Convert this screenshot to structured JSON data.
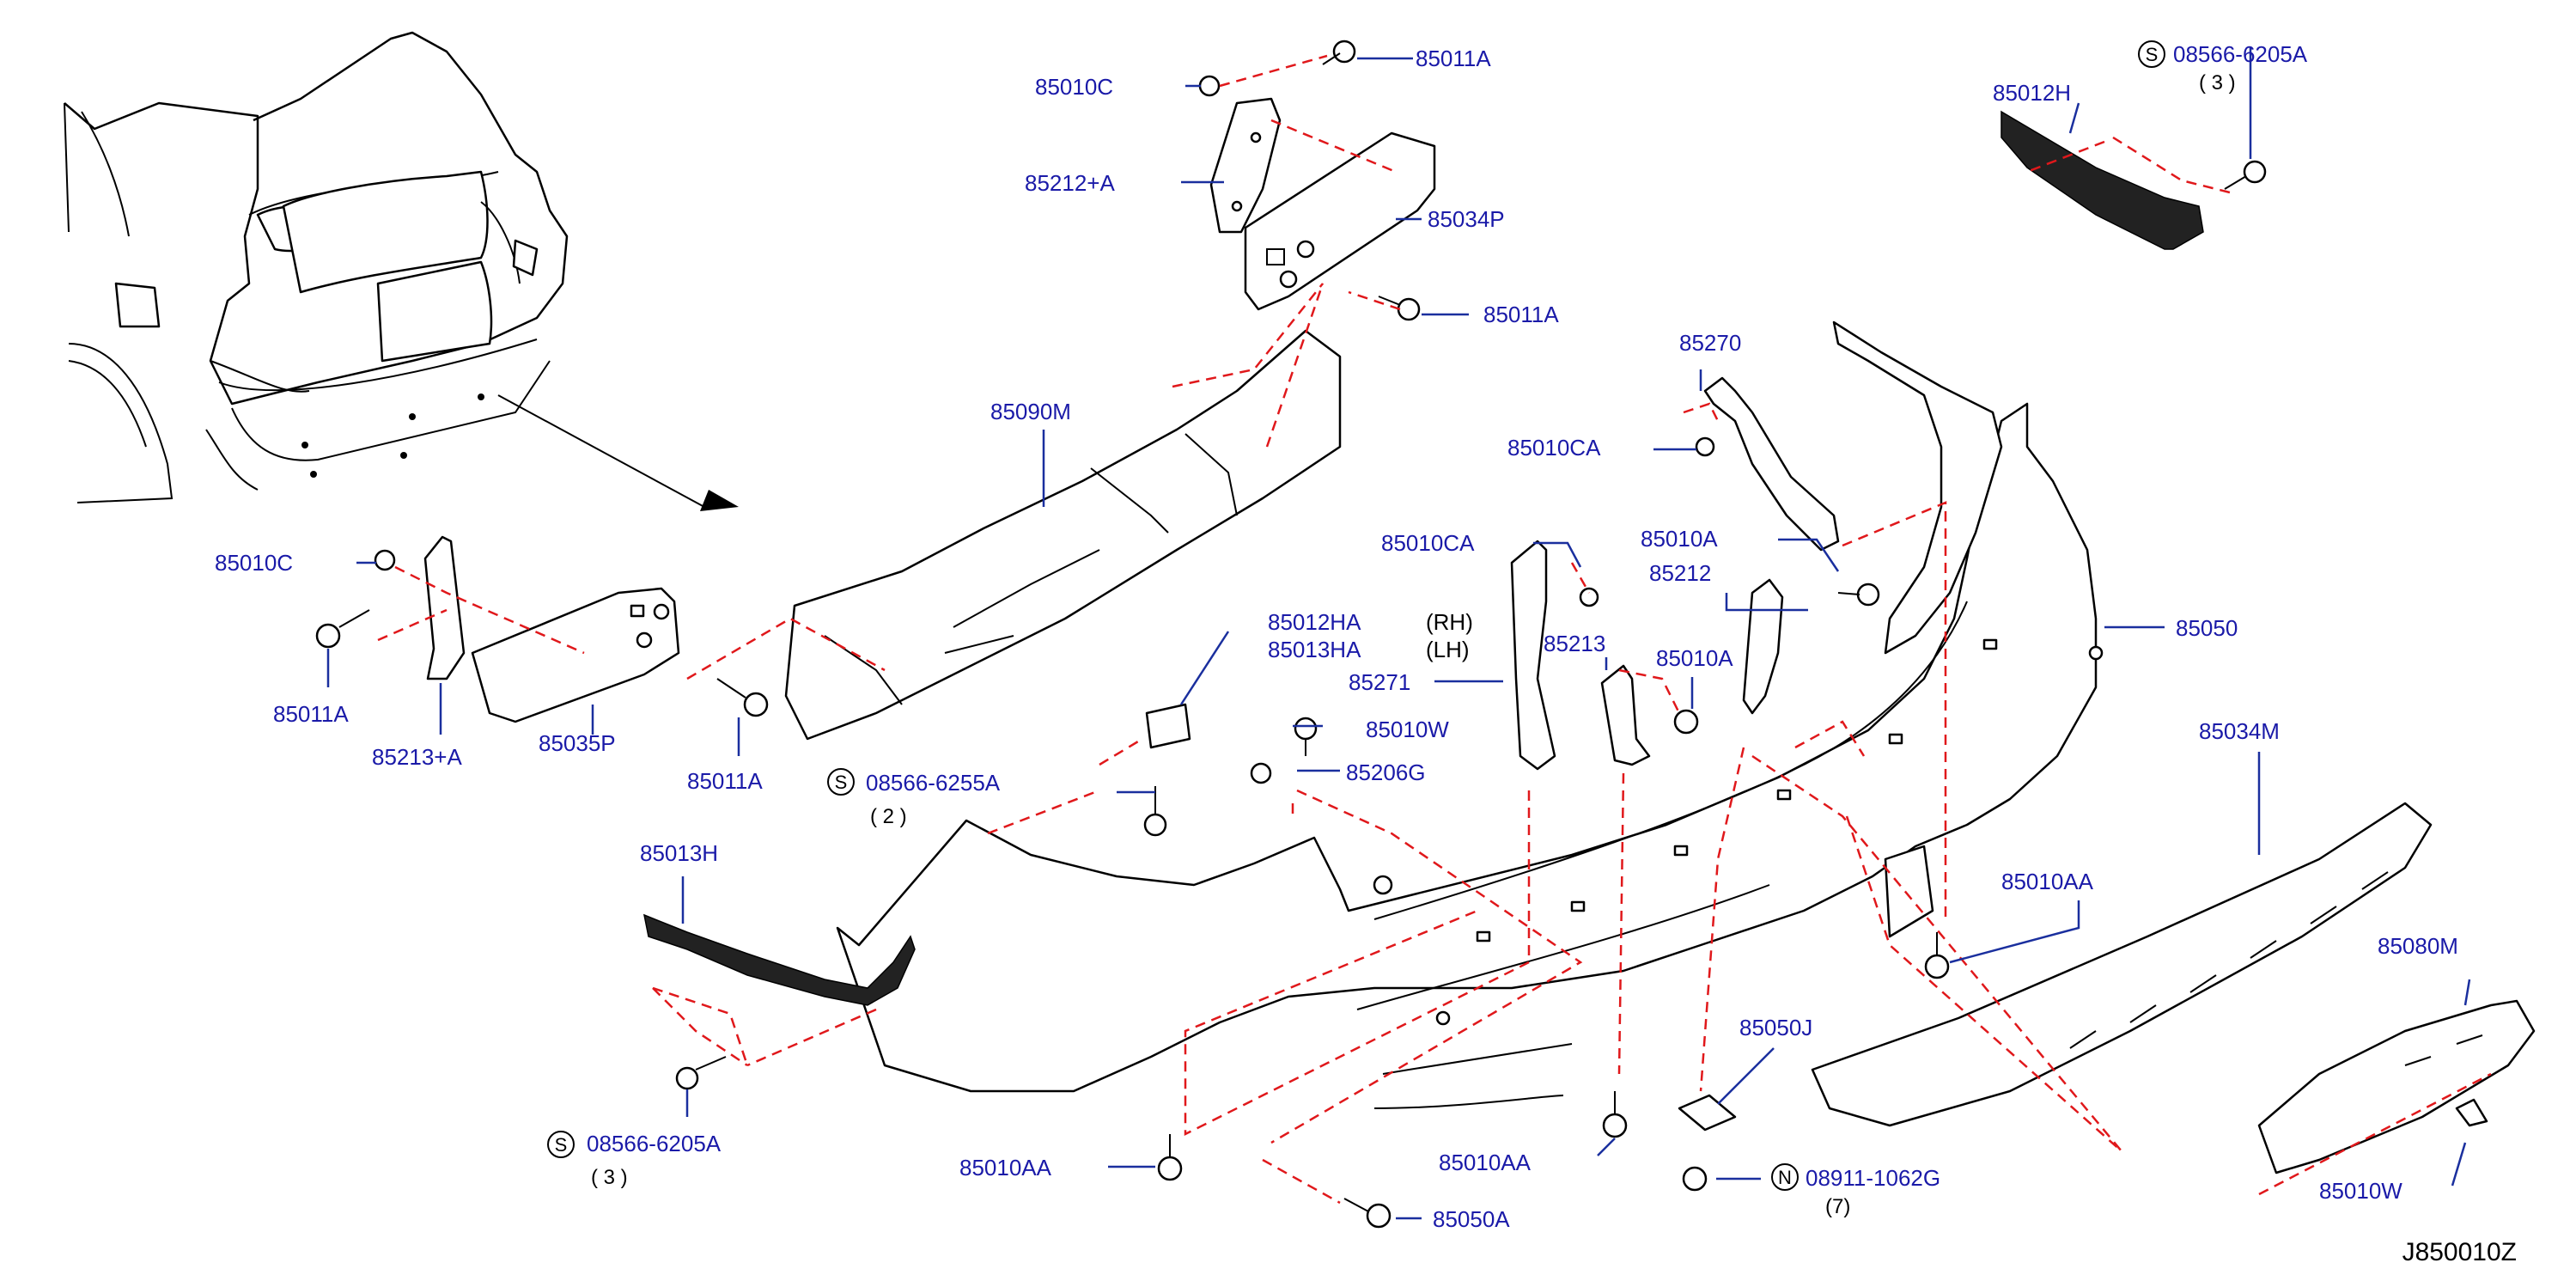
{
  "colors": {
    "label": "#1a1aa8",
    "leader": "#1a2f9e",
    "dashed_guide": "#e0181b",
    "outline": "#000000",
    "background": "#ffffff"
  },
  "diagram_id": "J850010Z",
  "parts": [
    {
      "id": "p1",
      "label": "85010C"
    },
    {
      "id": "p2",
      "label": "85011A"
    },
    {
      "id": "p3",
      "label": "85212+A"
    },
    {
      "id": "p4",
      "label": "85034P"
    },
    {
      "id": "p5",
      "label": "85011A"
    },
    {
      "id": "p6",
      "label": "85012H"
    },
    {
      "id": "p7",
      "label": "08566-6205A"
    },
    {
      "id": "p8",
      "label": "85090M"
    },
    {
      "id": "p9",
      "label": "85270"
    },
    {
      "id": "p10",
      "label": "85010CA"
    },
    {
      "id": "p11",
      "label": "85010CA"
    },
    {
      "id": "p12",
      "label": "85010A"
    },
    {
      "id": "p13",
      "label": "85212"
    },
    {
      "id": "p14",
      "label": "85010C"
    },
    {
      "id": "p15",
      "label": "85011A"
    },
    {
      "id": "p16",
      "label": "85213+A"
    },
    {
      "id": "p17",
      "label": "85035P"
    },
    {
      "id": "p18",
      "label": "85011A"
    },
    {
      "id": "p19",
      "label": "85012HA"
    },
    {
      "id": "p20",
      "label": "85013HA"
    },
    {
      "id": "p21",
      "label": "85271"
    },
    {
      "id": "p22",
      "label": "85213"
    },
    {
      "id": "p23",
      "label": "85010A"
    },
    {
      "id": "p24",
      "label": "85050"
    },
    {
      "id": "p25",
      "label": "85010W"
    },
    {
      "id": "p26",
      "label": "85206G"
    },
    {
      "id": "p27",
      "label": "08566-6255A"
    },
    {
      "id": "p28",
      "label": "85034M"
    },
    {
      "id": "p29",
      "label": "85013H"
    },
    {
      "id": "p30",
      "label": "85010AA"
    },
    {
      "id": "p31",
      "label": "85080M"
    },
    {
      "id": "p32",
      "label": "85050J"
    },
    {
      "id": "p33",
      "label": "08566-6205A"
    },
    {
      "id": "p34",
      "label": "85010AA"
    },
    {
      "id": "p35",
      "label": "85010AA"
    },
    {
      "id": "p36",
      "label": "08911-1062G"
    },
    {
      "id": "p37",
      "label": "85050A"
    },
    {
      "id": "p38",
      "label": "85010W"
    }
  ],
  "badges": {
    "s": "S",
    "n": "N"
  },
  "quantities": {
    "q_top_right": "( 3 )",
    "q_mid": "( 2 )",
    "q_bottom_left": "( 3 )",
    "q_nut": "(7)"
  },
  "side_notes": {
    "rh": "(RH)",
    "lh": "(LH)"
  },
  "icons": [
    "bolt-icon",
    "clip-icon",
    "nut-icon",
    "rivet-icon",
    "screw-icon"
  ]
}
